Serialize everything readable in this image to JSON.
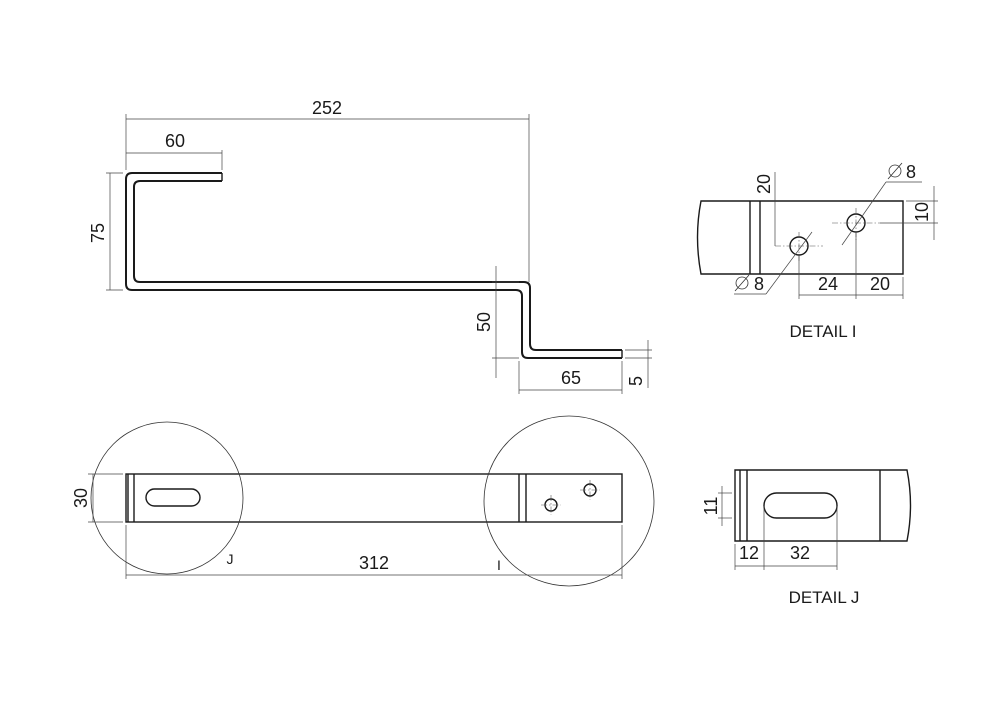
{
  "side_view": {
    "dim_overall_length": "252",
    "dim_top_hook": "60",
    "dim_top_height": "75",
    "dim_step_height": "50",
    "dim_foot_length": "65",
    "dim_thickness": "5"
  },
  "plan_view": {
    "dim_width": "30",
    "dim_length": "312",
    "label_detail_j": "J",
    "label_detail_i": "I"
  },
  "detail_i": {
    "caption": "DETAIL I",
    "dim_hole_upper": "8",
    "dim_hole_lower": "8",
    "dim_offset_vertical": "20",
    "dim_edge_offset": "10",
    "dim_hole_spacing": "24",
    "dim_end_offset": "20",
    "diameter_symbol": "∅"
  },
  "detail_j": {
    "caption": "DETAIL J",
    "dim_slot_width": "11",
    "dim_slot_offset": "12",
    "dim_slot_length": "32"
  }
}
